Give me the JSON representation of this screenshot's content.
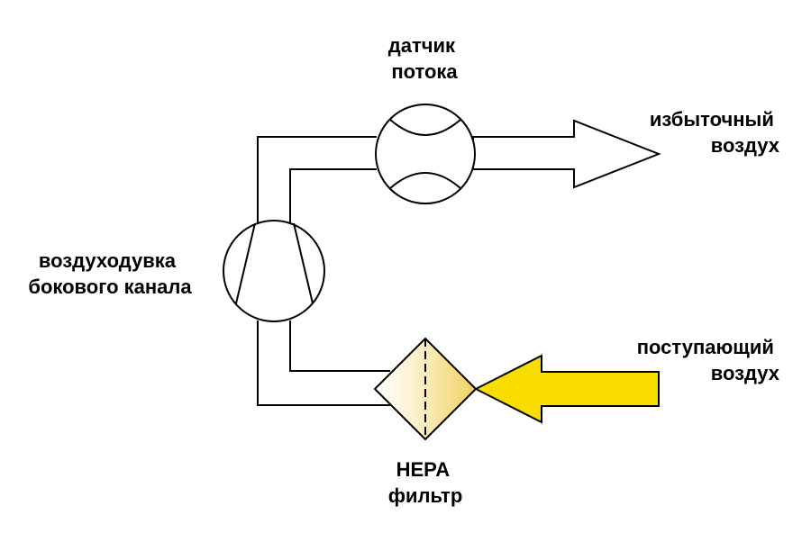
{
  "labels": {
    "flow_sensor": [
      "датчик",
      "потока"
    ],
    "blower": [
      "воздуходувка",
      "бокового канала"
    ],
    "excess_air": [
      "избыточный",
      "воздух"
    ],
    "incoming_air": [
      "поступающий",
      "воздух"
    ],
    "filter": [
      "HEPA",
      "фильтр"
    ]
  },
  "colors": {
    "line": "#000000",
    "incoming_arrow": "#f9dd00",
    "filter_gradient": "#f0d060",
    "background": "#ffffff"
  }
}
